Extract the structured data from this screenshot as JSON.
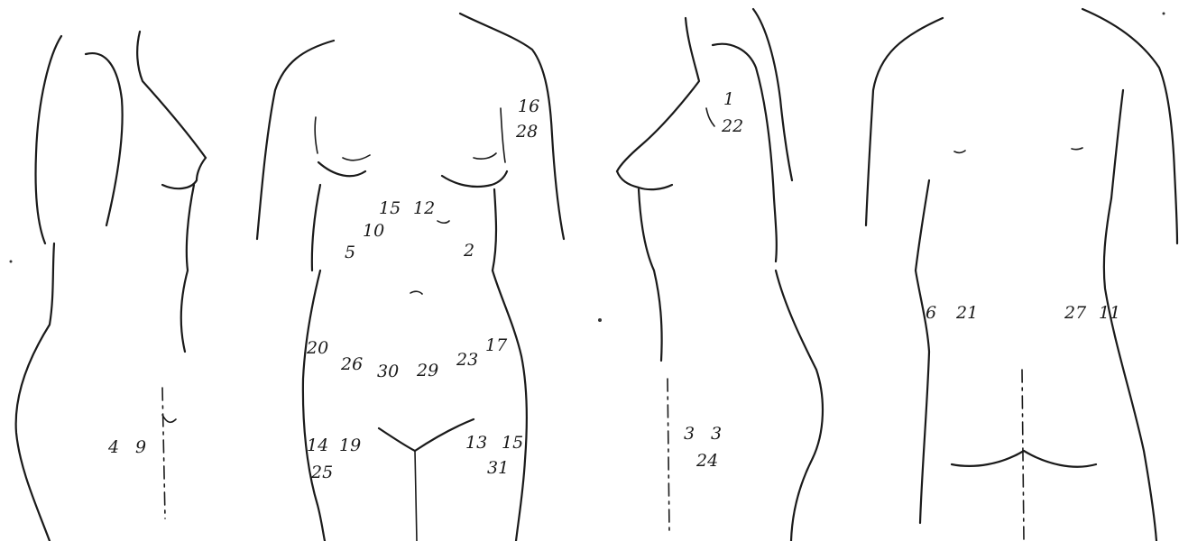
{
  "figures": [
    {
      "name": "right-side-view",
      "labels": [
        "4",
        "9"
      ]
    },
    {
      "name": "front-view",
      "labels": [
        "16",
        "28",
        "15",
        "12",
        "10",
        "5",
        "2",
        "20",
        "17",
        "26",
        "30",
        "29",
        "23",
        "14",
        "19",
        "13",
        "15",
        "25",
        "31"
      ]
    },
    {
      "name": "left-side-view",
      "labels": [
        "1",
        "22",
        "3",
        "3",
        "24"
      ]
    },
    {
      "name": "back-view",
      "labels": [
        "6",
        "21",
        "27",
        "11"
      ]
    }
  ]
}
